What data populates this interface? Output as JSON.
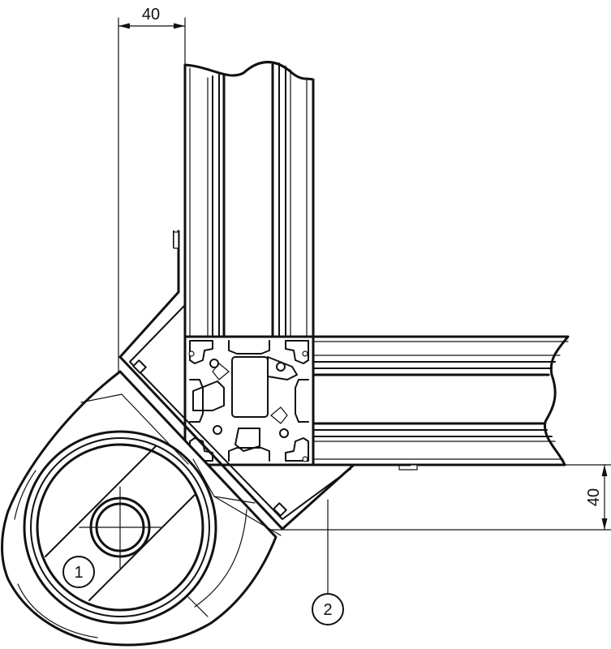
{
  "dimensions": {
    "top": "40",
    "right": "40"
  },
  "callouts": [
    {
      "label": "1"
    },
    {
      "label": "2"
    }
  ]
}
